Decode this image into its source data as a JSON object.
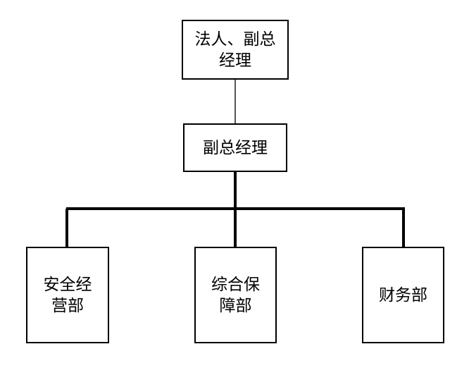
{
  "diagram": {
    "type": "organization-chart",
    "background_color": "#ffffff",
    "line_color": "#000000",
    "soft_line_color": "#555555",
    "box_border_color": "#000000",
    "text_color": "#000000",
    "nodes": [
      {
        "id": "top",
        "label": "法人、副总\n经理",
        "level": 0
      },
      {
        "id": "vice",
        "label": "副总经理",
        "level": 1
      },
      {
        "id": "safety",
        "label": "安全经\n营部",
        "level": 2
      },
      {
        "id": "support",
        "label": "综合保\n障部",
        "level": 2
      },
      {
        "id": "finance",
        "label": "财务部",
        "level": 2
      }
    ],
    "edges": [
      {
        "from": "top",
        "to": "vice",
        "style": "thin-grey"
      },
      {
        "from": "vice",
        "to": "safety",
        "style": "thick-black"
      },
      {
        "from": "vice",
        "to": "support",
        "style": "thick-black"
      },
      {
        "from": "vice",
        "to": "finance",
        "style": "thick-black"
      }
    ]
  }
}
